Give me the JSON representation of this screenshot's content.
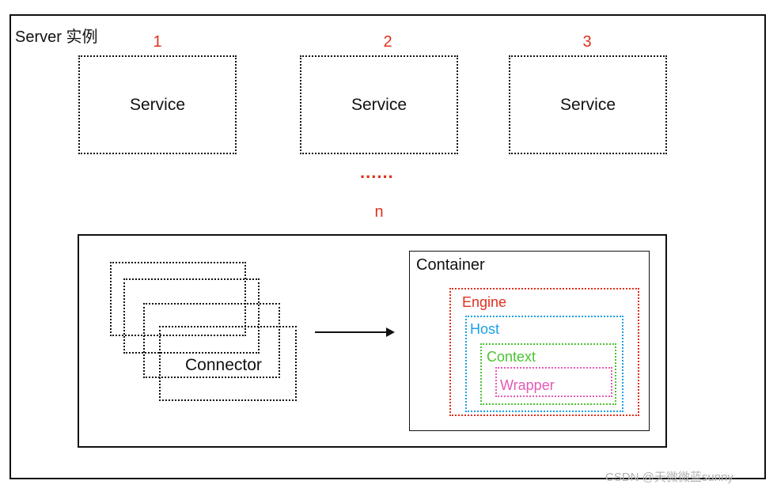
{
  "server": {
    "title": "Server 实例"
  },
  "services": [
    {
      "number": "1",
      "label": "Service"
    },
    {
      "number": "2",
      "label": "Service"
    },
    {
      "number": "3",
      "label": "Service"
    }
  ],
  "ellipsis": "......",
  "n_label": "n",
  "connector": {
    "label": "Connector"
  },
  "container": {
    "label": "Container",
    "engine": "Engine",
    "host": "Host",
    "context": "Context",
    "wrapper": "Wrapper"
  },
  "colors": {
    "red": "#e0301e",
    "blue": "#1aa0e6",
    "green": "#4cc431",
    "pink": "#e55ab7"
  },
  "watermark": "CSDN @天微微蓝sunny"
}
